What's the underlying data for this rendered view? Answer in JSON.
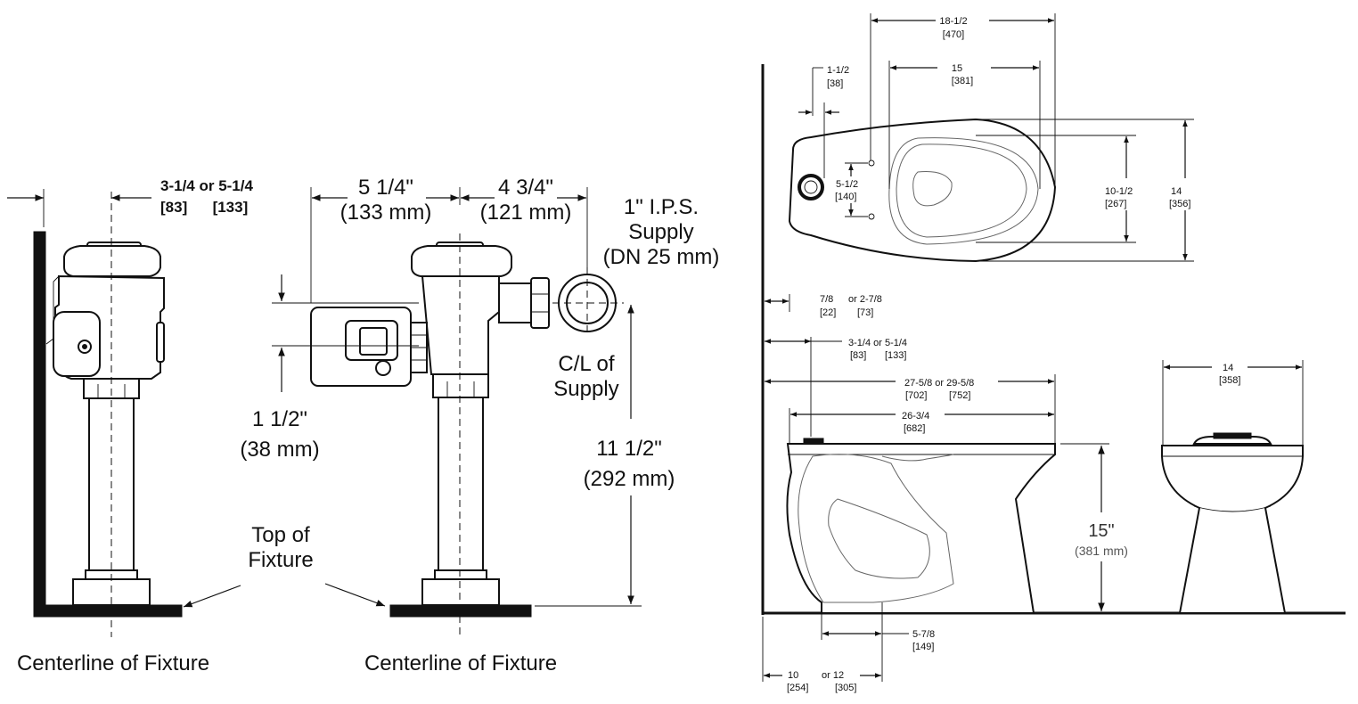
{
  "left_valve": {
    "offset_dim": {
      "inches": "3-1/4 or 5-1/4",
      "mm": "[83]      [133]"
    },
    "centerline_label": "Centerline of Fixture"
  },
  "right_valve": {
    "dim_left": {
      "inches": "5 1/4\"",
      "mm": "(133 mm)"
    },
    "dim_right": {
      "inches": "4 3/4\"",
      "mm": "(121 mm)"
    },
    "supply_label": [
      "1\" I.P.S.",
      "Supply",
      "(DN 25 mm)"
    ],
    "cl_supply_label": [
      "C/L of",
      "Supply"
    ],
    "dim_vertical_small": {
      "inches": "1 1/2\"",
      "mm": "(38 mm)"
    },
    "dim_height": {
      "inches": "11 1/2\"",
      "mm": "(292 mm)"
    },
    "top_fixture_label": [
      "Top of",
      "Fixture"
    ],
    "centerline_label": "Centerline of Fixture"
  },
  "toilet_top": {
    "dim_overall_bowl": {
      "inches": "18-1/2",
      "mm": "[470]"
    },
    "dim_bowl": {
      "inches": "15",
      "mm": "[381]"
    },
    "dim_spud": {
      "inches": "1-1/2",
      "mm": "[38]"
    },
    "dim_bolt": {
      "inches": "5-1/2",
      "mm": "[140]"
    },
    "dim_inner_width": {
      "inches": "10-1/2",
      "mm": "[267]"
    },
    "dim_outer_width": {
      "inches": "14",
      "mm": "[356]"
    }
  },
  "toilet_side": {
    "dim_wall_a": {
      "inches": "7/8",
      "alt": "or 2-7/8",
      "mm": "[22]",
      "alt_mm": "[73]"
    },
    "dim_wall_b": {
      "inches": "3-1/4 or 5-1/4",
      "mm": "[83]",
      "alt_mm": "[133]"
    },
    "dim_total": {
      "inches": "27-5/8 or 29-5/8",
      "mm": "[702]",
      "alt_mm": "[752]"
    },
    "dim_body": {
      "inches": "26-3/4",
      "mm": "[682]"
    },
    "dim_height": {
      "inches": "15\"",
      "mm": "(381 mm)"
    },
    "dim_outlet": {
      "inches": "5-7/8",
      "mm": "[149]"
    },
    "dim_rough": {
      "inches": "10",
      "alt": "or 12",
      "mm": "[254]",
      "alt_mm": "[305]"
    }
  },
  "toilet_front": {
    "dim_width": {
      "inches": "14",
      "mm": "[358]"
    }
  }
}
